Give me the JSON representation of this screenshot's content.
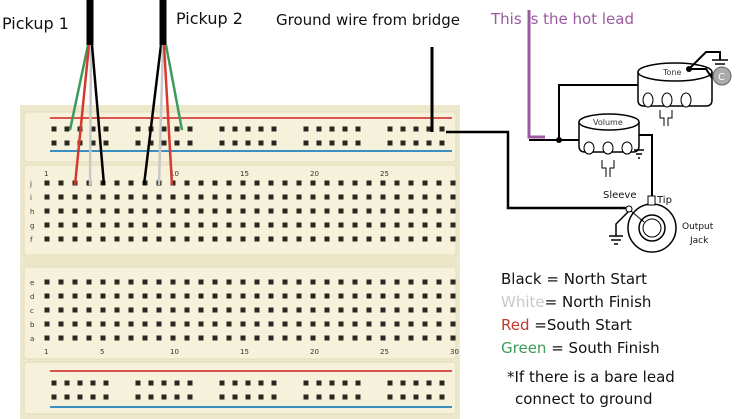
{
  "labels": {
    "pickup1": "Pickup 1",
    "pickup2": "Pickup 2",
    "ground_wire": "Ground wire from bridge",
    "hot_lead": "This is the hot lead"
  },
  "components": {
    "tone_pot": "Tone",
    "volume_pot": "Volume",
    "capacitor": "C",
    "sleeve": "Sleeve",
    "tip": "Tip",
    "output_jack_line1": "Output",
    "output_jack_line2": "Jack"
  },
  "legend": [
    {
      "color_name": "Black",
      "separator": " = ",
      "meaning": "North Start",
      "color": "#111111"
    },
    {
      "color_name": "White",
      "separator": "= ",
      "meaning": "North Finish",
      "color": "#c8c8c8"
    },
    {
      "color_name": "Red",
      "separator": " =",
      "meaning": "South Start",
      "color": "#c0392b"
    },
    {
      "color_name": "Green",
      "separator": " = ",
      "meaning": "South Finish",
      "color": "#3d9a5a"
    }
  ],
  "note": {
    "line1": "*If there is a bare lead",
    "line2": "connect to ground"
  },
  "breadboard": {
    "top_row_labels": [
      "j",
      "i",
      "h",
      "g",
      "f"
    ],
    "bottom_row_labels": [
      "e",
      "d",
      "c",
      "b",
      "a"
    ],
    "column_numbers": [
      "1",
      "5",
      "10",
      "15",
      "20",
      "25",
      "30"
    ]
  },
  "colors": {
    "hot_lead": "#9b5aa0",
    "wire_black": "#111111",
    "wire_white": "#c8c8c8",
    "wire_red": "#d43a2f",
    "wire_green": "#3d9a5a",
    "rail_red": "#d9534f",
    "rail_blue": "#3a8fc0",
    "board": "#f3efd6"
  }
}
